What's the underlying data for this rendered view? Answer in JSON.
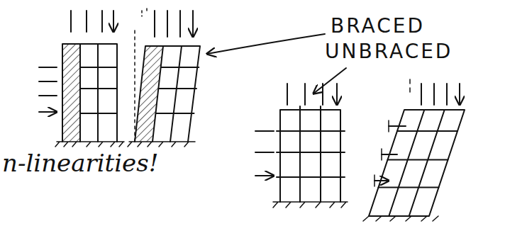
{
  "diagram": {
    "labels": [
      "BRACED",
      "UNBRACED",
      "n-linearities!"
    ]
  }
}
